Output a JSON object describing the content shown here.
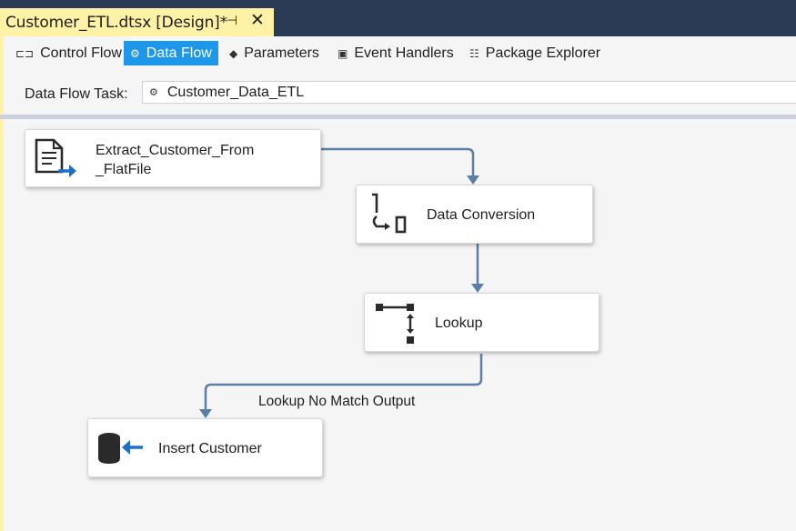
{
  "document_tab": {
    "title": "Customer_ETL.dtsx [Design]*",
    "pin_glyph": "⊣",
    "close_glyph": "✕"
  },
  "designer_tabs": [
    {
      "label": "Control Flow",
      "icon": "control-flow-icon",
      "active": false
    },
    {
      "label": "Data Flow",
      "icon": "data-flow-icon",
      "active": true
    },
    {
      "label": "Parameters",
      "icon": "parameters-icon",
      "active": false
    },
    {
      "label": "Event Handlers",
      "icon": "event-handlers-icon",
      "active": false
    },
    {
      "label": "Package Explorer",
      "icon": "package-explorer-icon",
      "active": false
    }
  ],
  "task_selector": {
    "label": "Data Flow Task:",
    "value": "Customer_Data_ETL"
  },
  "components": {
    "source": {
      "label": "Extract_Customer_From\n_FlatFile",
      "icon": "flat-file-source-icon"
    },
    "conversion": {
      "label": "Data Conversion",
      "icon": "data-conversion-icon"
    },
    "lookup": {
      "label": "Lookup",
      "icon": "lookup-icon"
    },
    "destination": {
      "label": "Insert Customer",
      "icon": "ole-db-destination-icon"
    }
  },
  "paths": {
    "lookup_no_match_label": "Lookup No Match Output"
  },
  "colors": {
    "accent": "#1c97ea",
    "tab_highlight": "#fff1a6",
    "title_bar": "#2b3a55",
    "connector": "#5b7ea8"
  }
}
